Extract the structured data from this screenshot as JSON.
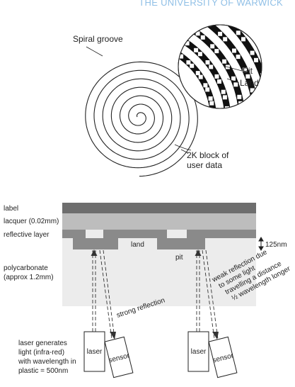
{
  "header": {
    "university": "THE UNIVERSITY OF WARWICK"
  },
  "top_diagram": {
    "spiral_label": "Spiral groove",
    "pit_label": "Pit",
    "land_label": "Land",
    "block_label_line1": "2K block of",
    "block_label_line2": "user data"
  },
  "layers": {
    "label": "label",
    "lacquer": "lacquer (0.02mm)",
    "reflective": "reflective layer",
    "polycarbonate_line1": "polycarbonate",
    "polycarbonate_line2": "(approx 1.2mm)",
    "land": "land",
    "pit": "pit",
    "depth": "125nm"
  },
  "beams": {
    "strong": "strong reflection",
    "weak_line1": "weak reflection due",
    "weak_line2": "to some light",
    "weak_line3": "travelling a distance",
    "weak_line4": "½ wavelength longer"
  },
  "devices": {
    "laser": "laser",
    "sensor": "sensor",
    "note_line1": "laser generates",
    "note_line2": "light (infra-red)",
    "note_line3": "with wavelength in",
    "note_line4": "plastic = 500nm"
  },
  "colors": {
    "label_layer": "#6e6e6e",
    "lacquer_layer": "#bdbdbd",
    "reflective_layer": "#8a8a8a",
    "polycarbonate": "#ececec",
    "header_text": "#8fbfe6"
  }
}
